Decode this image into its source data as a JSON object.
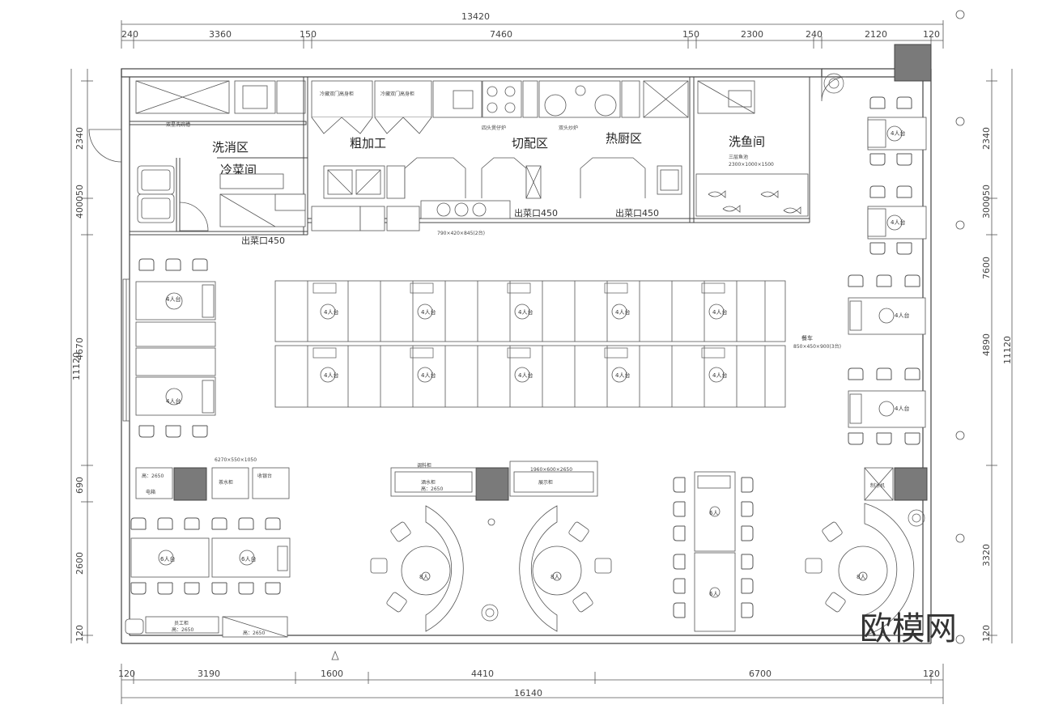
{
  "dimensions": {
    "top_total": "13420",
    "top_segments": [
      "240",
      "3360",
      "150",
      "7460",
      "150",
      "2300",
      "240",
      "2120",
      "120"
    ],
    "bottom_total": "16140",
    "bottom_segments": [
      "120",
      "3190",
      "1600",
      "4410",
      "6700",
      "120"
    ],
    "left_total": "11120",
    "left_segments": [
      "2340",
      "4000",
      "50",
      "4670",
      "690",
      "2600",
      "120"
    ],
    "right_total": "11120",
    "right_segments": [
      "2340",
      "3000",
      "50",
      "7600",
      "4890",
      "3320",
      "120"
    ]
  },
  "zones": {
    "wash": "洗消区",
    "rough": "粗加工",
    "cut": "切配区",
    "hot": "热厨区",
    "fish": "洗鱼间",
    "cold": "冷菜间"
  },
  "serving": {
    "pass1": "出菜口450",
    "pass2": "出菜口450",
    "pass3": "出菜口450"
  },
  "labels": {
    "t4": "4人台",
    "t6": "6人台",
    "t8": "8人",
    "t6b": "6人",
    "counter": "餐车",
    "counter_spec": "850×450×900(3台)",
    "ice": "制冰机",
    "water": "茶水柜",
    "cashier": "收银台",
    "cashier_spec": "6270×550×1050",
    "drinks": "酒水柜",
    "drinks_h": "高：2650",
    "display": "展示柜",
    "display_spec": "1960×600×2650",
    "staff": "员工柜",
    "staff_h": "高：2650",
    "h2650": "高：2650",
    "elec": "电箱",
    "tea_cab": "调料柜",
    "fridge_spec": "冷藏双门高身柜",
    "wash_spec": "双星洗碗槽",
    "stove": "四头煲仔炉",
    "wok": "双头炒炉",
    "fish_tank": "三层鱼池",
    "fish_spec": "2300×1000×1500",
    "cut_spec": "790×420×845(2台)"
  },
  "watermark": "欧模网",
  "colors": {
    "line": "#555555",
    "wall": "#444444",
    "dark_fill": "#7a7a7a",
    "dim": "#666666"
  }
}
